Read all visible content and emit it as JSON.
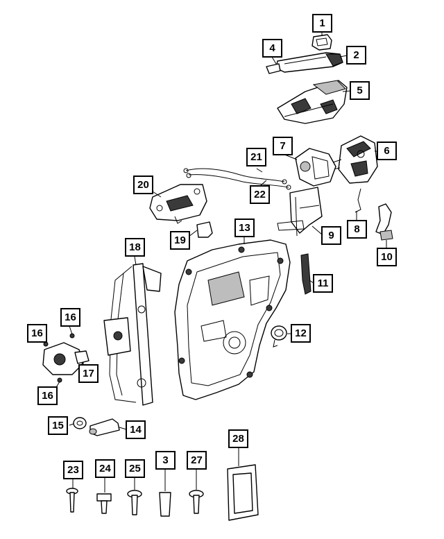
{
  "diagram": {
    "callouts": [
      "1",
      "2",
      "3",
      "4",
      "5",
      "6",
      "7",
      "8",
      "9",
      "10",
      "11",
      "12",
      "13",
      "14",
      "15",
      "16",
      "16",
      "16",
      "17",
      "18",
      "19",
      "20",
      "21",
      "22",
      "23",
      "24",
      "25",
      "27",
      "28"
    ],
    "colors": {
      "line": "#000000",
      "background": "#ffffff",
      "dark_fill": "#3a3a3a",
      "mid_fill": "#bdbdbd"
    }
  }
}
